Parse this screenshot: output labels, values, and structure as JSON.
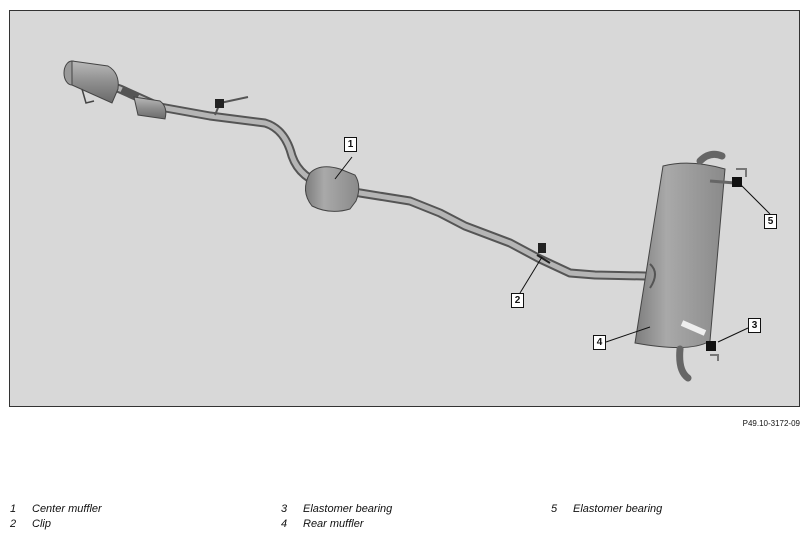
{
  "diagram": {
    "callouts": [
      {
        "id": "1"
      },
      {
        "id": "2"
      },
      {
        "id": "3"
      },
      {
        "id": "4"
      },
      {
        "id": "5"
      }
    ],
    "figure_code": "P49.10-3172-09"
  },
  "legend": [
    {
      "number": "1",
      "label": "Center muffler"
    },
    {
      "number": "2",
      "label": "Clip"
    },
    {
      "number": "3",
      "label": "Elastomer bearing"
    },
    {
      "number": "4",
      "label": "Rear muffler"
    },
    {
      "number": "5",
      "label": "Elastomer bearing"
    }
  ]
}
